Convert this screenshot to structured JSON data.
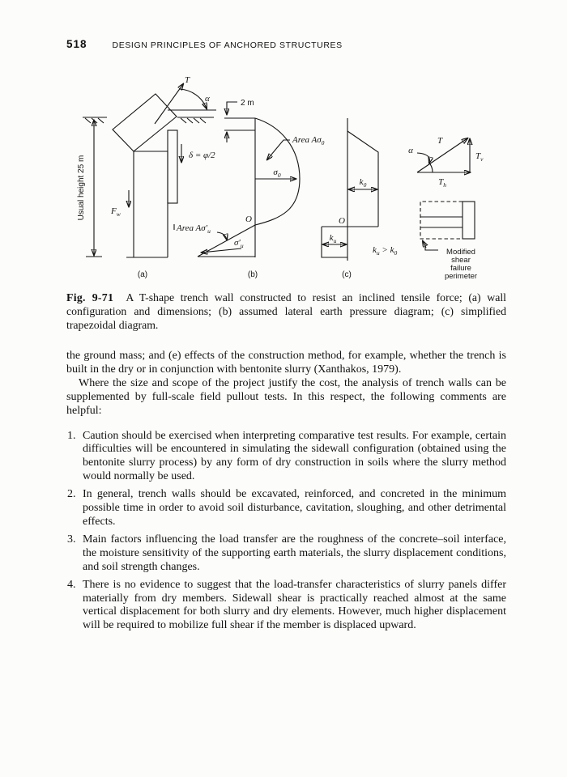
{
  "page": {
    "number": "518",
    "running_head": "DESIGN PRINCIPLES OF ANCHORED STRUCTURES"
  },
  "figure": {
    "labels": {
      "T": "T",
      "alpha": "α",
      "usual_height": "Usual height 25 m",
      "delta_eq": "δ = φ/2",
      "F": "F",
      "F_sub": "w",
      "two_m": "2 m",
      "area_sigma0": "Area Aσ",
      "area_sigma0_sub": "0",
      "sigma0": "σ",
      "sigma0_sub": "0",
      "origin": "O",
      "area_sigmau": "Area Aσ′",
      "area_sigmau_sub": "u",
      "sigmau": "σ′",
      "sigmau_sub": "u",
      "k": "k",
      "k0_sub": "0",
      "ku_sub": "u",
      "gt": " > ",
      "T_v_sub": "v",
      "T_h_sub": "h",
      "sub_a": "(a)",
      "sub_b": "(b)",
      "sub_c": "(c)",
      "perimeter": [
        "Modified",
        "shear",
        "failure",
        "perimeter"
      ]
    }
  },
  "caption": {
    "tag": "Fig. 9-71",
    "text": "A T-shape trench wall constructed to resist an inclined tensile force; (a) wall configuration and dimensions; (b) assumed lateral earth pressure diagram; (c) simplified trapezoidal diagram."
  },
  "body": {
    "para1": "the ground mass; and (e) effects of the construction method, for example, whether the trench is built in the dry or in conjunction with bentonite slurry (Xanthakos, 1979).",
    "para2": "Where the size and scope of the project justify the cost, the analysis of trench walls can be supplemented by full-scale field pullout tests. In this respect, the following comments are helpful:",
    "list": [
      {
        "num": "1.",
        "text": "Caution should be exercised when interpreting comparative test results. For example, certain difficulties will be encountered in simulating the sidewall configuration (obtained using the bentonite slurry process) by any form of dry construction in soils where the slurry method would normally be used."
      },
      {
        "num": "2.",
        "text": "In general, trench walls should be excavated, reinforced, and concreted in the minimum possible time in order to avoid soil disturbance, cavitation, sloughing, and other detrimental effects."
      },
      {
        "num": "3.",
        "text": "Main factors influencing the load transfer are the roughness of the concrete–soil interface, the moisture sensitivity of the supporting earth materials, the slurry displacement conditions, and soil strength changes."
      },
      {
        "num": "4.",
        "text": "There is no evidence to suggest that the load-transfer characteristics of slurry panels differ materially from dry members. Sidewall shear is practically reached almost at the same vertical displacement for both slurry and dry elements. However, much higher displacement will be required to mobilize full shear if the member is displaced upward."
      }
    ]
  }
}
